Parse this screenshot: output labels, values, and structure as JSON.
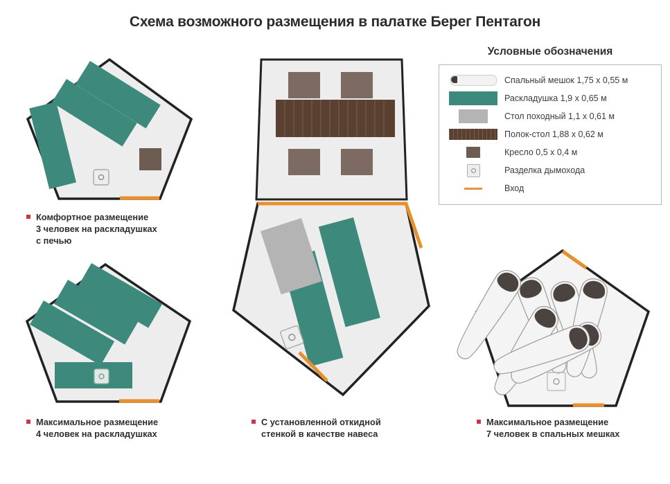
{
  "title": "Схема возможного размещения в палатке Берег Пентагон",
  "legend": {
    "title": "Условные обозначения",
    "items": [
      {
        "icon": "sleeping-bag-icon",
        "label": "Спальный мешок 1,75 х 0,55 м"
      },
      {
        "icon": "cot-icon",
        "label": "Раскладушка 1,9 х 0,65 м"
      },
      {
        "icon": "camp-table-icon",
        "label": "Стол походный 1,1 х 0,61 м"
      },
      {
        "icon": "bench-table-icon",
        "label": "Полок-стол 1,88 х 0,62 м"
      },
      {
        "icon": "chair-icon",
        "label": "Кресло 0,5 х 0,4 м"
      },
      {
        "icon": "chimney-vent-icon",
        "label": "Разделка дымохода"
      },
      {
        "icon": "entrance-icon",
        "label": "Вход"
      }
    ]
  },
  "panels": [
    {
      "name": "comfort-3-cots-stove",
      "caption": "Комфортное размещение\n3 человек на раскладушках\nс печью"
    },
    {
      "name": "awning-configuration",
      "caption": "С установленной откидной\nстенкой в качестве навеса"
    },
    {
      "name": "max-4-cots",
      "caption": "Максимальное размещение\n4 человек на раскладушках"
    },
    {
      "name": "max-7-sleeping-bags",
      "caption": "Максимальное размещение\n7 человек в спальных мешках"
    }
  ],
  "colors": {
    "cot": "#3d8a7d",
    "chair": "#6d5c52",
    "bench_table": "#5a4030",
    "camp_table": "#b4b4b4",
    "entrance": "#e8902e",
    "floor": "#ededed",
    "outline": "#222222",
    "bullet": "#c8374a",
    "sleeping_bag": "#f4f4f4",
    "bag_hood": "#4a4340"
  }
}
